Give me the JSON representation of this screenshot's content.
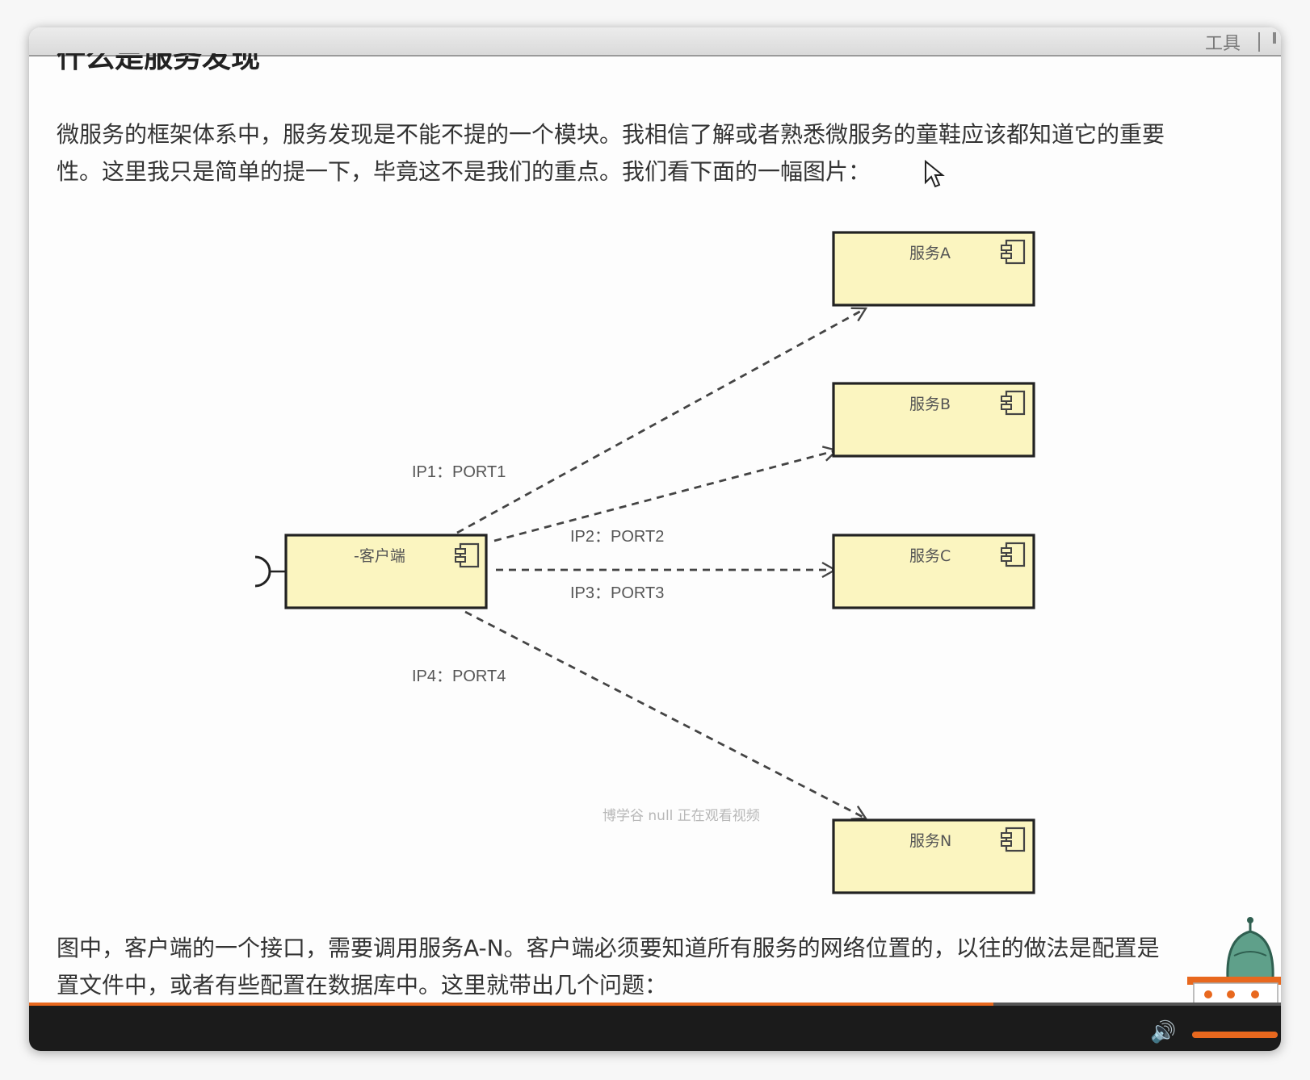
{
  "toolbar": {
    "tools_label": "工具"
  },
  "article": {
    "heading": "什么是服务发现",
    "intro_line1": "微服务的框架体系中，服务发现是不能不提的一个模块。我相信了解或者熟悉微服务的童鞋应该都知道它的重要",
    "intro_line2": "性。这里我只是简单的提一下，毕竟这不是我们的重点。我们看下面的一幅图片：",
    "outro_line1": "图中，客户端的一个接口，需要调用服务A-N。客户端必须要知道所有服务的网络位置的，以往的做法是配置是",
    "outro_line2": "置文件中，或者有些配置在数据库中。这里就带出几个问题："
  },
  "diagram": {
    "client": "-客户端",
    "services": [
      "服务A",
      "服务B",
      "服务C",
      "服务N"
    ],
    "edges": [
      "IP1：PORT1",
      "IP2：PORT2",
      "IP3：PORT3",
      "IP4：PORT4"
    ],
    "box_fill": "#fbf5c0"
  },
  "watermark": "博学谷 null 正在观看视频",
  "player": {
    "progress": 0.77,
    "volume": 1.0,
    "accent": "#e8681e"
  },
  "icons": [
    "mouse-cursor-icon",
    "component-icon",
    "interface-socket-icon",
    "volume-icon",
    "mascot-logo"
  ]
}
